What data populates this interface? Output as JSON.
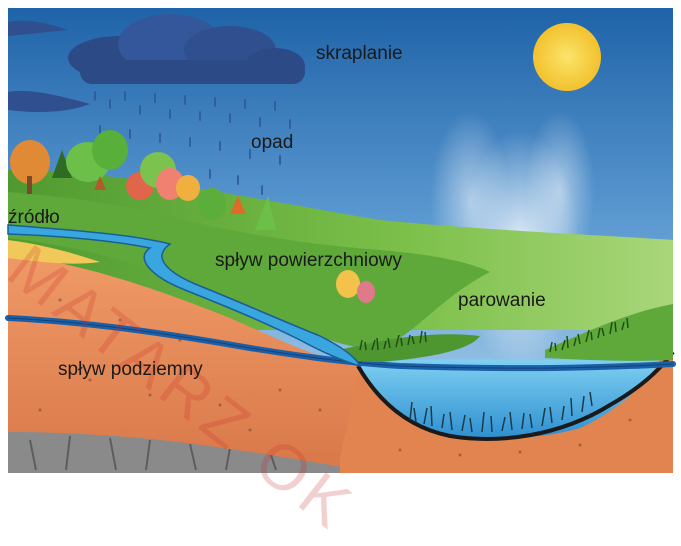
{
  "labels": {
    "condensation": "skraplanie",
    "precipitation": "opad",
    "spring": "źródło",
    "surface_runoff": "spływ powierzchniowy",
    "evaporation": "parowanie",
    "underground_runoff": "spływ podziemny"
  },
  "watermark": "MATARZ OK",
  "colors": {
    "sky_top": "#1f63a8",
    "sky_bottom": "#9cc8e8",
    "cloud": "#2f4f8f",
    "sun": "#f7d34a",
    "grass": "#5fa83a",
    "soil": "#e58c58",
    "water": "#3a9fd8",
    "rock": "#8a8a8a"
  }
}
